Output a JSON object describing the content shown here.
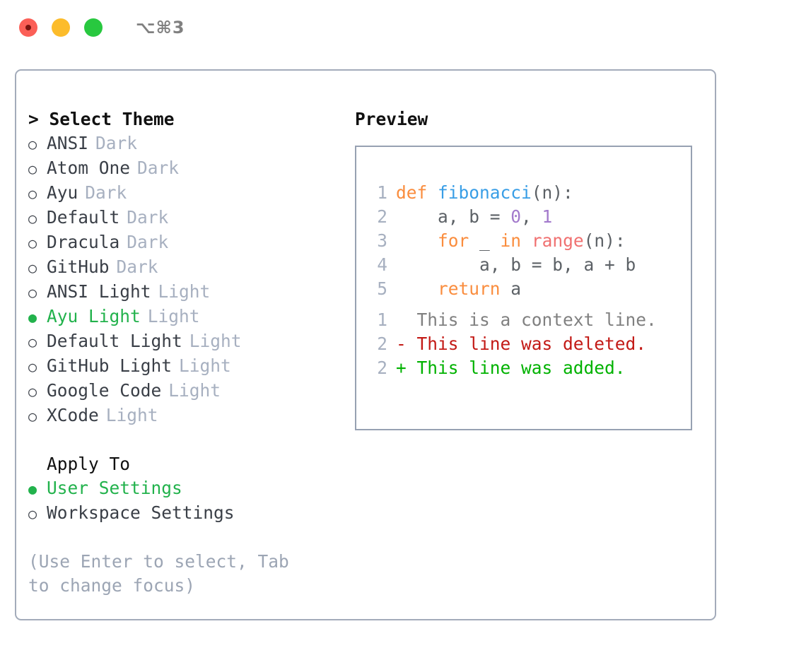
{
  "window": {
    "shortcut": "⌥⌘3",
    "traffic_lights": [
      {
        "name": "close",
        "color": "#FB5F57"
      },
      {
        "name": "minimize",
        "color": "#FCBC2B"
      },
      {
        "name": "zoom",
        "color": "#28C83F"
      }
    ]
  },
  "theme_panel": {
    "header": "> Select Theme",
    "marker_selected": "●",
    "marker_unselected": "○",
    "options": [
      {
        "label": "ANSI",
        "tag": "Dark",
        "selected": false
      },
      {
        "label": "Atom One",
        "tag": "Dark",
        "selected": false
      },
      {
        "label": "Ayu",
        "tag": "Dark",
        "selected": false
      },
      {
        "label": "Default",
        "tag": "Dark",
        "selected": false
      },
      {
        "label": "Dracula",
        "tag": "Dark",
        "selected": false
      },
      {
        "label": "GitHub",
        "tag": "Dark",
        "selected": false
      },
      {
        "label": "ANSI Light",
        "tag": "Light",
        "selected": false
      },
      {
        "label": "Ayu Light",
        "tag": "Light",
        "selected": true
      },
      {
        "label": "Default Light",
        "tag": "Light",
        "selected": false
      },
      {
        "label": "GitHub Light",
        "tag": "Light",
        "selected": false
      },
      {
        "label": "Google Code",
        "tag": "Light",
        "selected": false
      },
      {
        "label": "XCode",
        "tag": "Light",
        "selected": false
      }
    ]
  },
  "apply_to": {
    "header": "Apply To",
    "options": [
      {
        "label": "User Settings",
        "selected": true
      },
      {
        "label": "Workspace Settings",
        "selected": false
      }
    ]
  },
  "hint": "(Use Enter to select, Tab to change focus)",
  "preview": {
    "header": "Preview",
    "code_lines": [
      {
        "num": "1",
        "tokens": [
          {
            "t": "def ",
            "c": "tok-kw"
          },
          {
            "t": "fibonacci",
            "c": "tok-fn"
          },
          {
            "t": "(n):",
            "c": "tok-plain"
          }
        ]
      },
      {
        "num": "2",
        "tokens": [
          {
            "t": "    a, b = ",
            "c": "tok-plain"
          },
          {
            "t": "0",
            "c": "tok-num"
          },
          {
            "t": ", ",
            "c": "tok-plain"
          },
          {
            "t": "1",
            "c": "tok-num"
          }
        ]
      },
      {
        "num": "3",
        "tokens": [
          {
            "t": "    ",
            "c": "tok-plain"
          },
          {
            "t": "for",
            "c": "tok-kw"
          },
          {
            "t": " _ ",
            "c": "tok-plain"
          },
          {
            "t": "in",
            "c": "tok-kw"
          },
          {
            "t": " ",
            "c": "tok-plain"
          },
          {
            "t": "range",
            "c": "tok-call"
          },
          {
            "t": "(n):",
            "c": "tok-plain"
          }
        ]
      },
      {
        "num": "4",
        "tokens": [
          {
            "t": "        a, b = b, a + b",
            "c": "tok-plain"
          }
        ]
      },
      {
        "num": "5",
        "tokens": [
          {
            "t": "    ",
            "c": "tok-plain"
          },
          {
            "t": "return",
            "c": "tok-kw"
          },
          {
            "t": " a",
            "c": "tok-plain"
          }
        ]
      }
    ],
    "diff_lines": [
      {
        "num": "1",
        "text": "  This is a context line.",
        "cls": "diff-ctx"
      },
      {
        "num": "2",
        "text": "- This line was deleted.",
        "cls": "diff-del"
      },
      {
        "num": "2",
        "text": "+ This line was added.",
        "cls": "diff-add"
      }
    ]
  },
  "colors": {
    "accent_green": "#22B24C",
    "muted": "#A7B0C0",
    "border": "#A3ABBA",
    "preview_border": "#97A1B2",
    "syntax_keyword": "#FA8D3E",
    "syntax_function": "#399EE6",
    "syntax_number": "#A37ACC",
    "syntax_call": "#F07171",
    "syntax_plain": "#5C6166",
    "diff_deleted": "#C31A16",
    "diff_added": "#00B200",
    "diff_context": "#808080"
  }
}
